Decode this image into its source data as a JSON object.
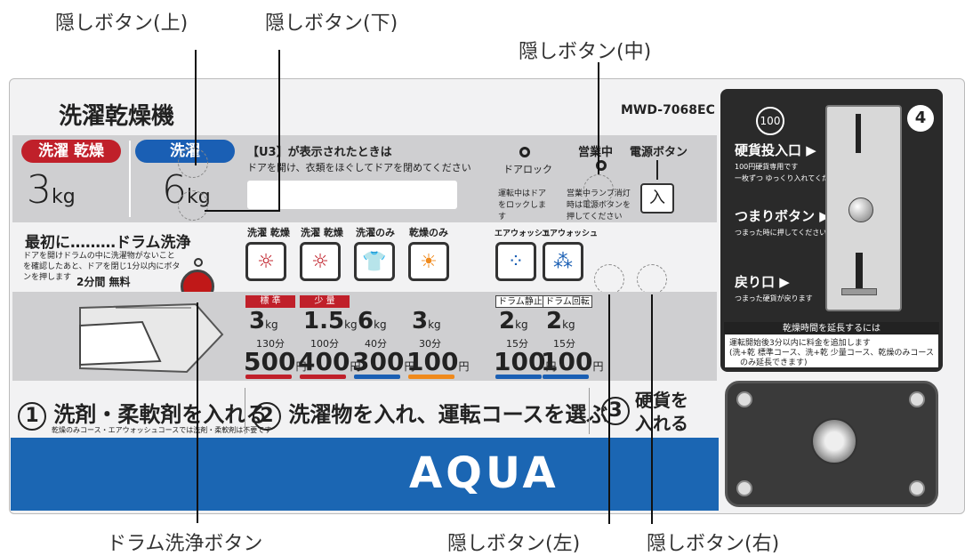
{
  "callouts": {
    "hidden_top": "隠しボタン(上)",
    "hidden_bottom": "隠しボタン(下)",
    "hidden_middle": "隠しボタン(中)",
    "drum_wash": "ドラム洗浄ボタン",
    "hidden_left": "隠しボタン(左)",
    "hidden_right": "隠しボタン(右)"
  },
  "panel": {
    "title": "洗濯乾燥機",
    "model": "MWD-7068EC",
    "pill_wash_dry": "洗濯 乾燥",
    "pill_wash": "洗濯",
    "cap_left": "3",
    "cap_right": "6",
    "cap_unit": "kg",
    "u3_title": "【U3】が表示されたときは",
    "u3_text": "ドアを開け、衣類をほぐしてドアを閉めてください",
    "door_lock": "ドアロック",
    "door_lock_text": "運転中はドアをロックします",
    "in_operation": "営業中",
    "in_operation_text": "営業中ランプ消灯時は電源ボタンを押してください",
    "power_button": "電源ボタン",
    "power_button_label": "入",
    "drum_wash_title": "最初に………ドラム洗浄",
    "drum_wash_text": "ドアを開けドラムの中に洗濯物がないことを確認したあと、ドアを閉じ1分以内にボタンを押します",
    "drum_wash_price": "2分間 無料",
    "brand": "AQUA",
    "step1": "洗剤・柔軟剤を入れる",
    "step1_num": "1",
    "step1_note": "乾燥のみコース・エアウォッシュコースでは洗剤・柔軟剤は不要です",
    "step2": "洗濯物を入れ、運転コースを選ぶ",
    "step2_num": "2",
    "step3_num": "3",
    "step3_line1": "硬貨を",
    "step3_line2": "入れる"
  },
  "modes": [
    {
      "label": "洗濯 乾燥",
      "icon": "wash-dry-icon",
      "tag": "標 準",
      "kg": "3",
      "min": "130分",
      "price": "500",
      "bar": "#c0202a"
    },
    {
      "label": "洗濯 乾燥",
      "icon": "wash-dry-icon",
      "tag": "少 量",
      "kg": "1.5",
      "min": "100分",
      "price": "400",
      "bar": "#c0202a"
    },
    {
      "label": "洗濯のみ",
      "icon": "wash-only-icon",
      "tag": "",
      "kg": "6",
      "min": "40分",
      "price": "300",
      "bar": "#1a5fb4"
    },
    {
      "label": "乾燥のみ",
      "icon": "dry-only-icon",
      "tag": "",
      "kg": "3",
      "min": "30分",
      "price": "100",
      "bar": "#f08a1c"
    }
  ],
  "airwash": [
    {
      "label": "エアウォッシュ",
      "tag": "ドラム静止",
      "kg": "2",
      "min": "15分",
      "price": "100",
      "bar": "#1a5fb4"
    },
    {
      "label": "エアウォッシュ",
      "tag": "ドラム回転",
      "kg": "2",
      "min": "15分",
      "price": "100",
      "bar": "#1a5fb4"
    }
  ],
  "units": {
    "kg": "kg",
    "yen": "円"
  },
  "coin": {
    "number": "4",
    "coin_value": "100",
    "insert_label": "硬貨投入口 ▶",
    "insert_note1": "100円硬貨専用です",
    "insert_note2": "一枚ずつ ゆっくり入れてください",
    "jam_label": "つまりボタン ▶",
    "jam_note": "つまった時に押してください",
    "return_label": "戻り口 ▶",
    "return_note": "つまった硬貨が戻ります",
    "extend_title": "乾燥時間を延長するには",
    "extend_text1": "運転開始後3分以内に料金を追加します",
    "extend_text2": "(洗+乾 標準コース、洗+乾 少量コース、乾燥のみコース",
    "extend_text3": "のみ延長できます)"
  },
  "colors": {
    "red": "#c0202a",
    "blue": "#1a5fb4",
    "orange": "#f08a1c",
    "brand_blue": "#1b66b3"
  }
}
